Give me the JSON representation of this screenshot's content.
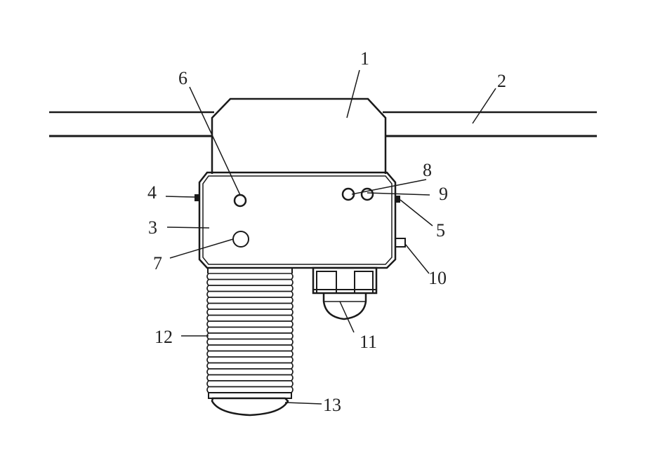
{
  "labels": {
    "l1": "1",
    "l2": "2",
    "l3": "3",
    "l4": "4",
    "l5": "5",
    "l6": "6",
    "l7": "7",
    "l8": "8",
    "l9": "9",
    "l10": "10",
    "l11": "11",
    "l12": "12",
    "l13": "13"
  },
  "colors": {
    "line": "#1a1a1a",
    "text": "#222222",
    "background": "#ffffff"
  }
}
